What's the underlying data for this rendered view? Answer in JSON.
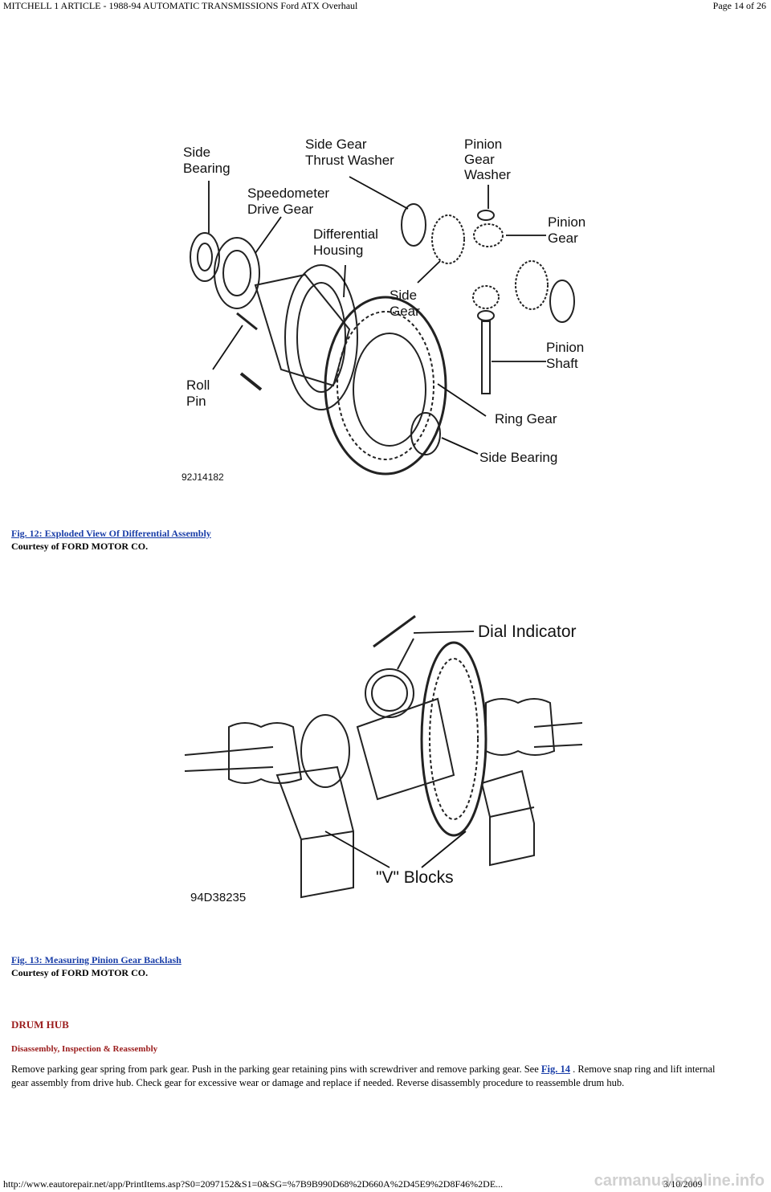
{
  "header": {
    "left": "MITCHELL 1 ARTICLE - 1988-94 AUTOMATIC TRANSMISSIONS Ford ATX Overhaul",
    "right": "Page 14 of 26"
  },
  "figure12": {
    "labels": {
      "side_bearing_top": [
        "Side",
        "Bearing"
      ],
      "speedometer": [
        "Speedometer",
        "Drive Gear"
      ],
      "thrust_washer": [
        "Side Gear",
        "Thrust Washer"
      ],
      "pinion_washer": [
        "Pinion",
        "Gear",
        "Washer"
      ],
      "pinion_gear": [
        "Pinion",
        "Gear"
      ],
      "diff_housing": [
        "Differential",
        "Housing"
      ],
      "side_gear": [
        "Side",
        "Gear"
      ],
      "pinion_shaft": [
        "Pinion",
        "Shaft"
      ],
      "roll_pin": [
        "Roll",
        "Pin"
      ],
      "ring_gear": "Ring Gear",
      "side_bearing_bottom": "Side Bearing"
    },
    "code": "92J14182",
    "caption": "Fig. 12: Exploded View Of Differential Assembly",
    "courtesy": "Courtesy of FORD MOTOR CO."
  },
  "figure13": {
    "labels": {
      "dial_indicator": "Dial Indicator",
      "v_blocks": "\"V\" Blocks"
    },
    "code": "94D38235",
    "caption": "Fig. 13: Measuring Pinion Gear Backlash",
    "courtesy": "Courtesy of FORD MOTOR CO."
  },
  "section": {
    "title": "DRUM HUB",
    "subtitle": "Disassembly, Inspection & Reassembly",
    "paragraph_before_link": "Remove parking gear spring from park gear. Push in the parking gear retaining pins with screwdriver and remove parking gear. See ",
    "link": "Fig. 14",
    "paragraph_after_link": " . Remove snap ring and lift internal gear assembly from drive hub. Check gear for excessive wear or damage and replace if needed. Reverse disassembly procedure to reassemble drum hub."
  },
  "footer": {
    "url": "http://www.eautorepair.net/app/PrintItems.asp?S0=2097152&S1=0&SG=%7B9B990D68%2D660A%2D45E9%2D8F46%2DE...",
    "date": "3/10/2009",
    "watermark": "carmanualsonline.info"
  }
}
